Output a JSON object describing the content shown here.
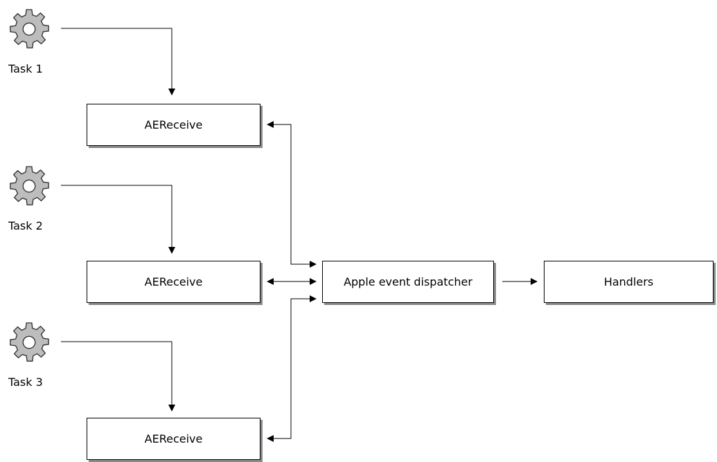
{
  "tasks": [
    {
      "label": "Task 1"
    },
    {
      "label": "Task 2"
    },
    {
      "label": "Task 3"
    }
  ],
  "receivers": [
    {
      "label": "AEReceive"
    },
    {
      "label": "AEReceive"
    },
    {
      "label": "AEReceive"
    }
  ],
  "dispatcher": {
    "label": "Apple event dispatcher"
  },
  "handlers": {
    "label": "Handlers"
  },
  "icons": {
    "task": "gear-icon"
  }
}
